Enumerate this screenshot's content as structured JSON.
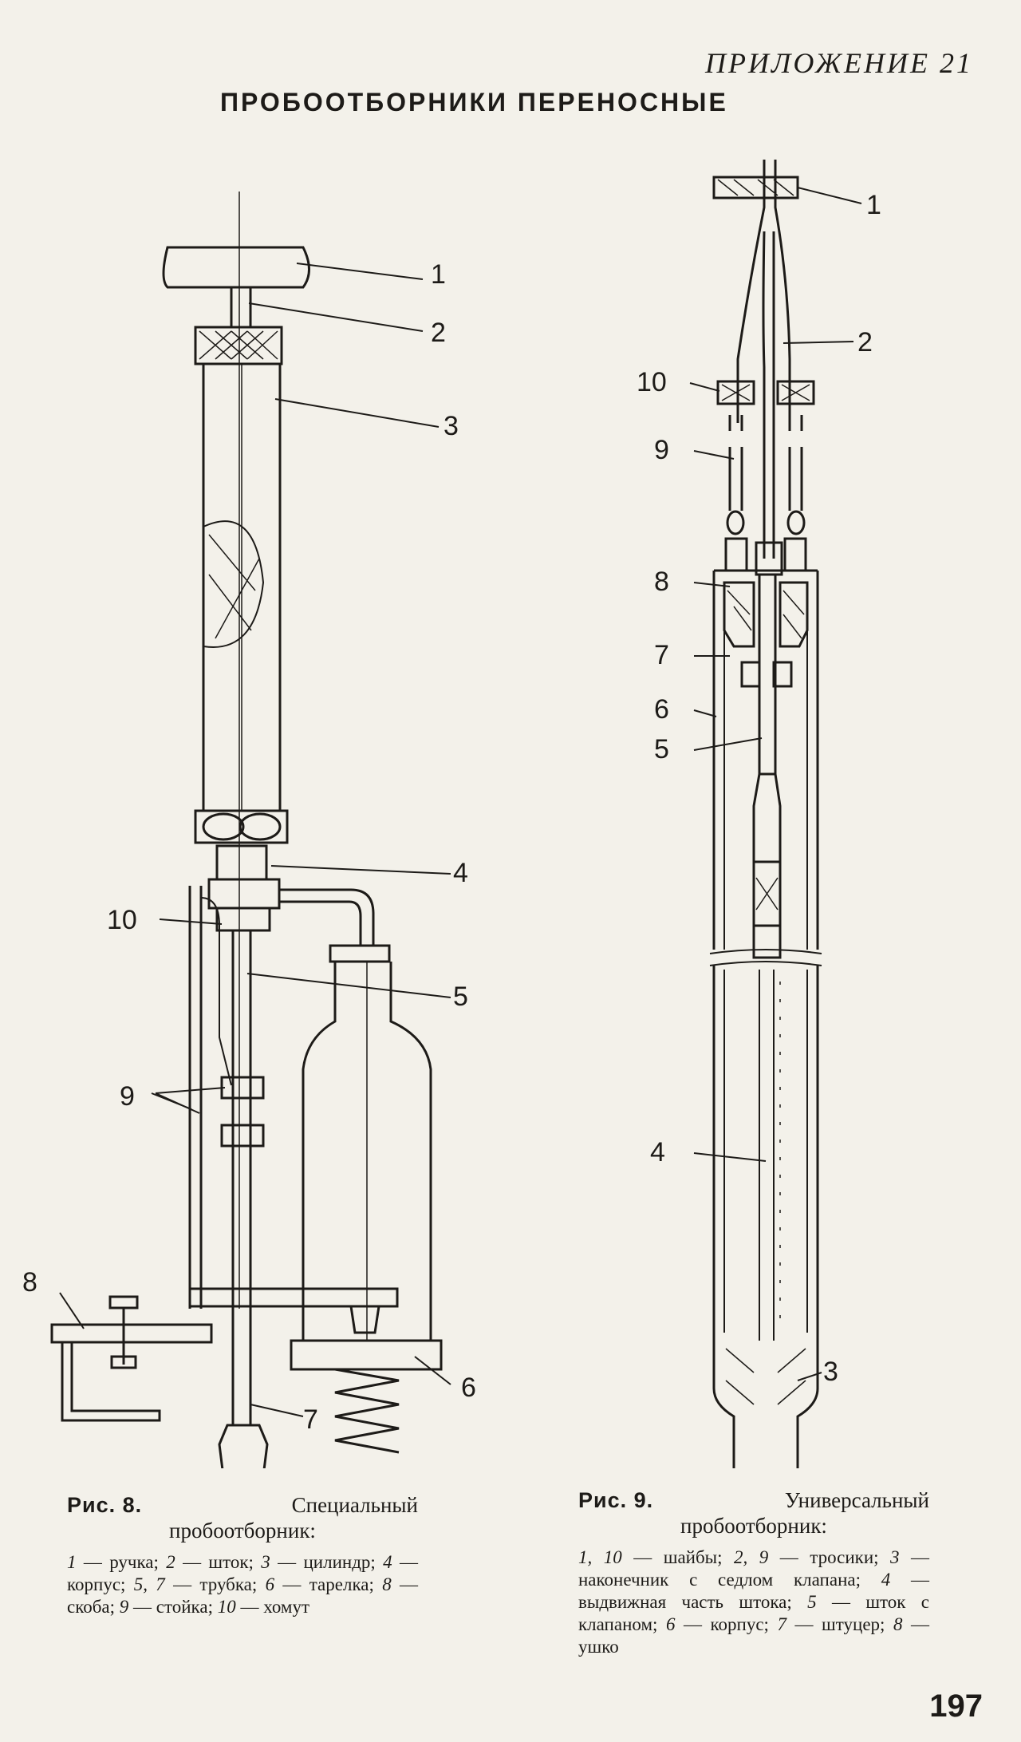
{
  "header": {
    "appendix": "ПРИЛОЖЕНИЕ 21",
    "title": "ПРОБООТБОРНИКИ ПЕРЕНОСНЫЕ"
  },
  "figure8": {
    "labels": [
      "1",
      "2",
      "3",
      "4",
      "5",
      "6",
      "7",
      "8",
      "9",
      "10"
    ],
    "caption": {
      "fig": "Рис. 8.",
      "name_1": "Специальный",
      "name_2": "пробоотборник:",
      "legend": [
        {
          "num": "1",
          "text": " — ручка; "
        },
        {
          "num": "2",
          "text": " — шток; "
        },
        {
          "num": "3",
          "text": " — цилиндр; "
        },
        {
          "num": "4",
          "text": " — корпус; "
        },
        {
          "num": "5, 7",
          "text": " — трубка; "
        },
        {
          "num": "6",
          "text": " — тарелка; "
        },
        {
          "num": "8",
          "text": " — скоба; "
        },
        {
          "num": "9",
          "text": " — стойка; "
        },
        {
          "num": "10",
          "text": " — хомут"
        }
      ]
    }
  },
  "figure9": {
    "labels": [
      "1",
      "2",
      "3",
      "4",
      "5",
      "6",
      "7",
      "8",
      "9",
      "10"
    ],
    "caption": {
      "fig": "Рис. 9.",
      "name_1": "Универсальный",
      "name_2": "пробоотборник:",
      "legend": [
        {
          "num": "1, 10",
          "text": " — шайбы; "
        },
        {
          "num": "2, 9",
          "text": " — тросики; "
        },
        {
          "num": "3",
          "text": " — наконечник с седлом клапана; "
        },
        {
          "num": "4",
          "text": " — выдвижная часть штока; "
        },
        {
          "num": "5",
          "text": " — шток с клапаном; "
        },
        {
          "num": "6",
          "text": " — корпус; "
        },
        {
          "num": "7",
          "text": " — штуцер; "
        },
        {
          "num": "8",
          "text": " — ушко"
        }
      ]
    }
  },
  "page_number": "197"
}
